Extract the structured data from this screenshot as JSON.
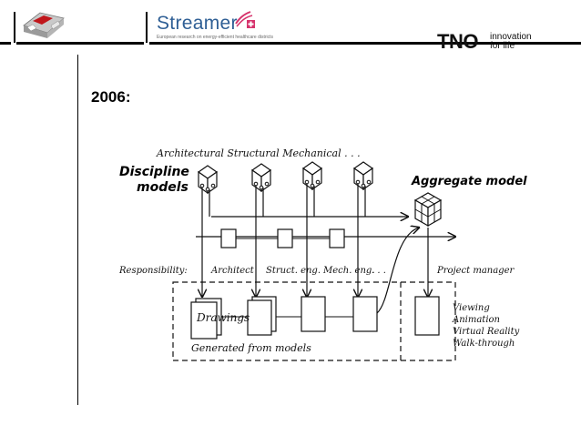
{
  "header": {
    "streamer_name": "Streamer",
    "streamer_tagline": "European research on energy-efficient healthcare districts",
    "tno_name": "TNO",
    "tno_tagline_1": "innovation",
    "tno_tagline_2": "for life"
  },
  "slide": {
    "year_title": "2006:"
  },
  "diagram": {
    "header_row": "Architectural Structural Mechanical . . .",
    "discipline_1": "Discipline",
    "discipline_2": "models",
    "aggregate": "Aggregate model",
    "responsibility": "Responsibility:",
    "role_architect": "Architect",
    "role_struct": "Struct. eng.",
    "role_mech": "Mech. eng.",
    "role_dots": ". . .",
    "role_pm": "Project manager",
    "drawings": "Drawings",
    "generated": "Generated from models",
    "viewing": "Viewing",
    "animation": "Animation",
    "vr": "Virtual Reality",
    "walk": "Walk-through"
  }
}
